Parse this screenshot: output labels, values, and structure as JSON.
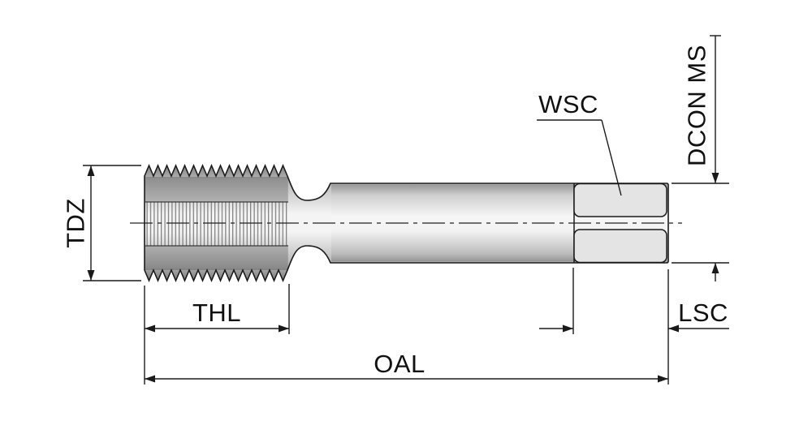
{
  "labels": {
    "tdz": "TDZ",
    "thl": "THL",
    "oal": "OAL",
    "wsc": "WSC",
    "dcon_ms": "DCON MS",
    "lsc": "LSC"
  },
  "colors": {
    "line": "#1a1a1a",
    "text": "#111111",
    "background": "#ffffff",
    "metal_light": "#f4f4f4",
    "metal_dark": "#7f7f7f"
  }
}
